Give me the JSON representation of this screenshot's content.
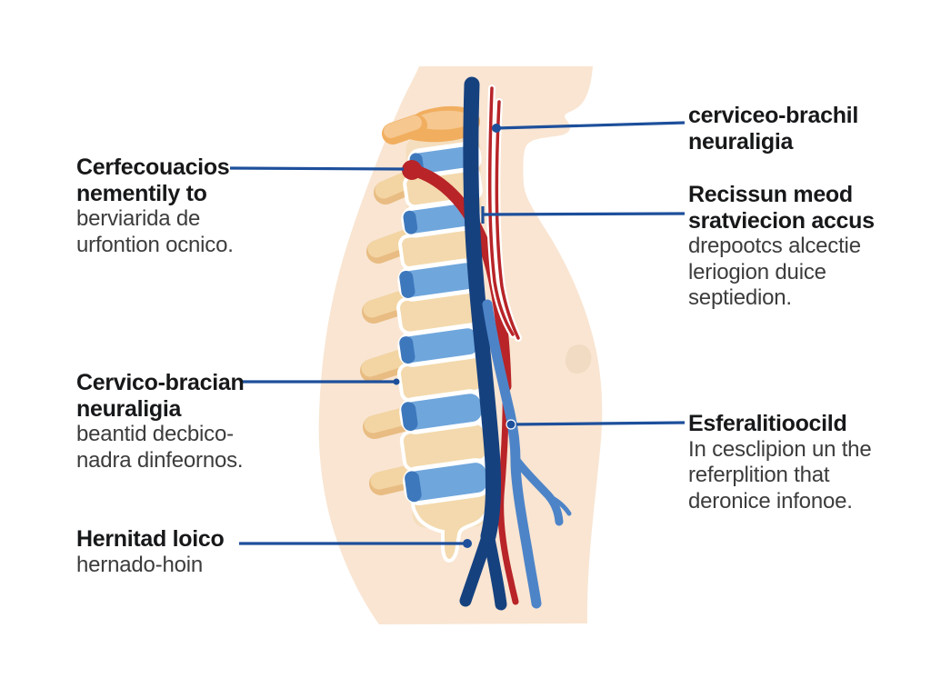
{
  "labels": {
    "left": [
      {
        "title_lines": [
          "Cerfecouacios",
          "nementily to"
        ],
        "body_lines": [
          "berviarida de",
          "urfontion ocnico."
        ]
      },
      {
        "title_lines": [
          "Cervico-bracian",
          "neuraligia"
        ],
        "body_lines": [
          "beantid decbico-",
          "nadra dinfeornos."
        ]
      },
      {
        "title_lines": [
          "Hernitad loico"
        ],
        "body_lines": [
          "hernado-hoin"
        ]
      }
    ],
    "right": [
      {
        "title_lines": [
          "cerviceo-brachil",
          "neuraligia"
        ],
        "body_lines": []
      },
      {
        "title_lines": [
          "Recissun meod",
          "sratviecion accus"
        ],
        "body_lines": [
          "drepootcs alcectie",
          "leriogion duice",
          "septiedion."
        ]
      },
      {
        "title_lines": [
          "Esferalitioocild"
        ],
        "body_lines": [
          "In cesclipion un the",
          "referplition that",
          "deronice infonoe."
        ]
      }
    ]
  },
  "colors": {
    "background": "#ffffff",
    "leader_line": "#1d4f9b",
    "title_text": "#17181a",
    "body_text": "#3c3c3c",
    "skin": "#f9e5d2",
    "skin_shade": "#f1dbc2",
    "bone": "#f3d9ad",
    "bone_shadow": "#e8bc82",
    "bone_light": "#f3d5a3",
    "disc_blue": "#6fa6dc",
    "disc_blue_dark": "#3e78bc",
    "spinal_cord": "#16417f",
    "vein_blue": "#4d84c8",
    "artery_red": "#b82428",
    "vertebra_orange": "#f1ae5f",
    "vertebra_orange_light": "#f6c78f"
  }
}
